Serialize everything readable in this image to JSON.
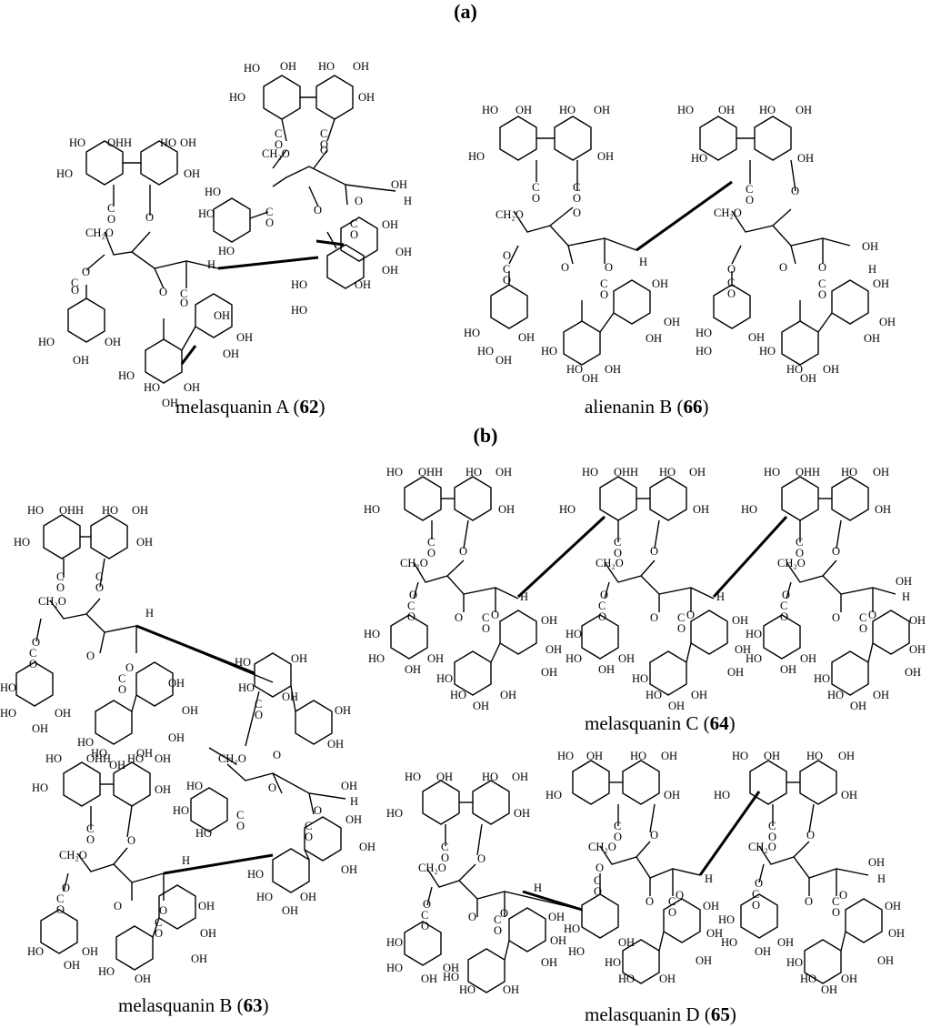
{
  "panels": {
    "a": "(a)",
    "b": "(b)"
  },
  "compounds": [
    {
      "name": "melasquanin A",
      "number": "62"
    },
    {
      "name": "alienanin B",
      "number": "66"
    },
    {
      "name": "melasquanin B",
      "number": "63"
    },
    {
      "name": "melasquanin C",
      "number": "64"
    },
    {
      "name": "melasquanin D",
      "number": "65"
    }
  ],
  "atom_labels": {
    "hydroxyl": "HO",
    "hydroxyl_r": "OH",
    "hydroxyl_pair": "OHH",
    "carbonyl": "CO",
    "carbonyl_vertical": "C̲O",
    "methylene": "CH₂O",
    "oxygen": "O",
    "hydrogen": "H"
  }
}
